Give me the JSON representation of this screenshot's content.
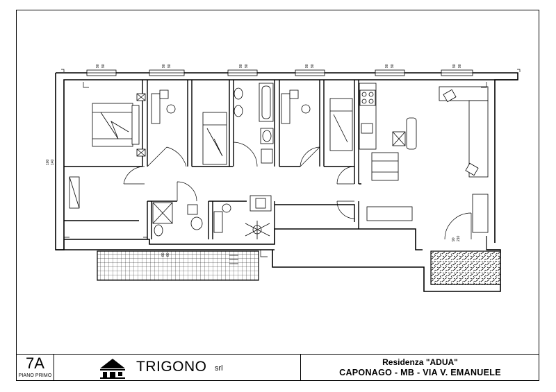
{
  "title_block": {
    "apartment_code": "7A",
    "floor_label": "PIANO PRIMO",
    "company_name": "TRIGONO",
    "company_suffix": "srl",
    "residence": "Residenza \"ADUA\"",
    "address": "CAPONAGO - MB - VIA V. EMANUELE"
  },
  "window_marks": {
    "top_1": [
      "90",
      "90"
    ],
    "top_2": [
      "90",
      "90"
    ],
    "top_3": [
      "90",
      "90"
    ],
    "top_4": [
      "90",
      "90"
    ],
    "top_5": [
      "90",
      "90"
    ],
    "top_6": [
      "90",
      "90"
    ],
    "left_wall": [
      "100",
      "140"
    ],
    "bath_bottom": [
      "60",
      "60"
    ],
    "balcony_door": [
      "90",
      "210"
    ]
  },
  "colors": {
    "line": "#000000",
    "paper": "#ffffff"
  }
}
